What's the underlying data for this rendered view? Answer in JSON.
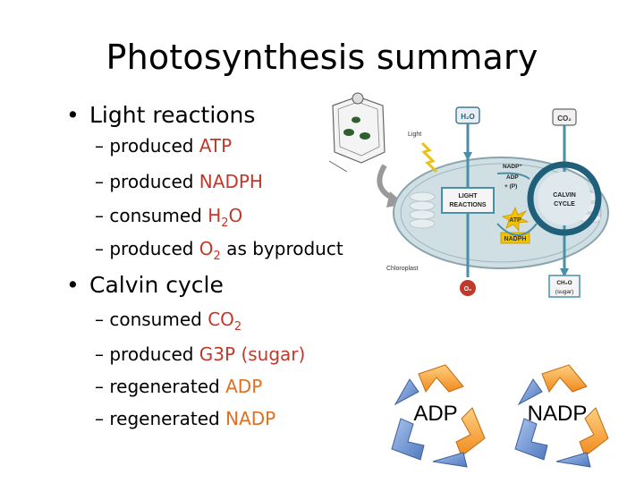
{
  "title": "Photosynthesis summary",
  "light": {
    "heading": "Light reactions",
    "items": [
      {
        "prefix": "– produced ",
        "term": "ATP"
      },
      {
        "prefix": "– produced ",
        "term": "NADPH"
      },
      {
        "prefix": "– consumed ",
        "term_main": "H",
        "term_sub": "2",
        "term_tail": "O"
      },
      {
        "prefix": "– produced ",
        "term_main": "O",
        "term_sub": "2",
        "suffix": " as byproduct"
      }
    ]
  },
  "calvin": {
    "heading": "Calvin cycle",
    "items": [
      {
        "prefix": "– consumed ",
        "term_main": "CO",
        "term_sub": "2"
      },
      {
        "prefix": "– produced ",
        "term": "G3P (sugar)"
      },
      {
        "prefix": "– regenerated ",
        "term": "ADP"
      },
      {
        "prefix": "– regenerated ",
        "term": "NADP"
      }
    ]
  },
  "diagram": {
    "h2o": "H₂O",
    "co2": "CO₂",
    "light": "Light",
    "light_reactions_1": "LIGHT",
    "light_reactions_2": "REACTIONS",
    "calvin_1": "CALVIN",
    "calvin_2": "CYCLE",
    "nadp": "NADP⁺",
    "adp": "ADP",
    "pi": "+ (P)",
    "atp": "ATP",
    "nadph": "NADPH",
    "chloroplast": "Chloroplast",
    "o2": "O₂",
    "ch2o_1": "CH₂O",
    "ch2o_2": "(sugar)"
  },
  "recycle": {
    "adp_label": "ADP",
    "nadp_label": "NADP"
  },
  "colors": {
    "term": "#c0392b",
    "orange": "#e07020",
    "teal": "#4a8fa8",
    "dark_teal": "#1f5f7a",
    "recycle_orange": "#f08a1e",
    "recycle_blue": "#5a86c8"
  }
}
